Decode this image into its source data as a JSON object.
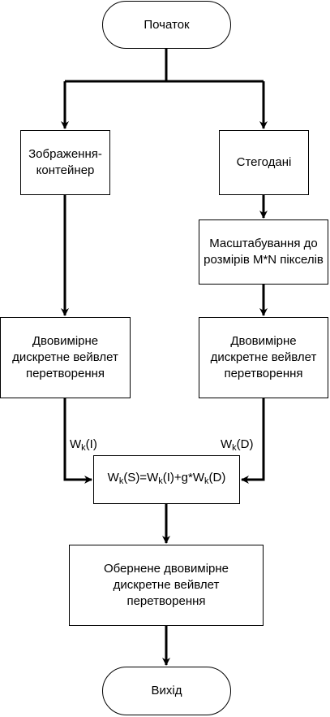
{
  "nodes": {
    "start": "Початок",
    "container_image": "Зображення-контейнер",
    "stego_data": "Стегодані",
    "scaling": "Масштабування до розмірів M*N пікселів",
    "dwt_left": "Двовимірне дискретне вейвлет перетворення",
    "dwt_right": "Двовимірне дискретне вейвлет перетворення",
    "inverse_dwt": "Обернене двовимірне дискретне вейвлет перетворення",
    "end": "Вихід"
  },
  "formula": {
    "w": "W",
    "k": "k",
    "s_arg": "(S)=",
    "i_arg": "(I)+g*",
    "d_arg": "(D)"
  },
  "edge_labels": {
    "left": {
      "w": "W",
      "k": "k",
      "arg": "(I)"
    },
    "right": {
      "w": "W",
      "k": "k",
      "arg": "(D)"
    }
  }
}
